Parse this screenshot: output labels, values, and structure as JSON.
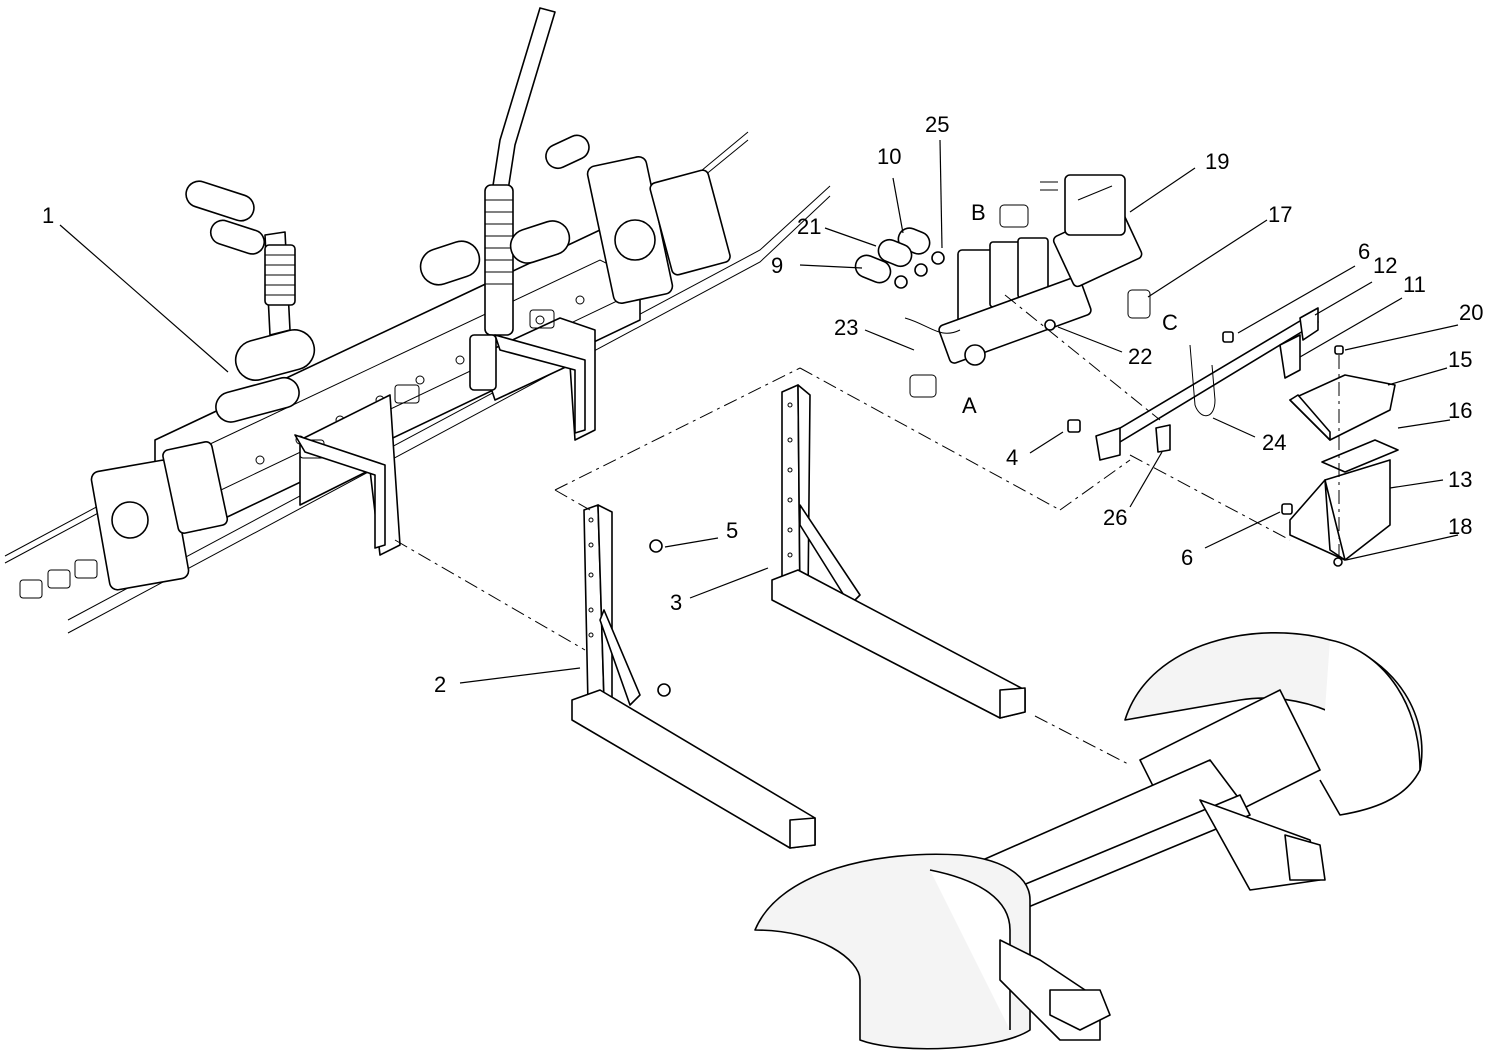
{
  "callouts": {
    "c1": "1",
    "c2": "2",
    "c3": "3",
    "c4": "4",
    "c5": "5",
    "c6a": "6",
    "c6b": "6",
    "c9": "9",
    "c10": "10",
    "c11": "11",
    "c12": "12",
    "c13": "13",
    "c15": "15",
    "c16": "16",
    "c17": "17",
    "c18": "18",
    "c19": "19",
    "c20": "20",
    "c21": "21",
    "c22": "22",
    "c23": "23",
    "c24": "24",
    "c25": "25",
    "c26": "26",
    "cA": "A",
    "cB": "B",
    "cC": "C"
  },
  "colors": {
    "line": "#000000",
    "background": "#ffffff"
  }
}
